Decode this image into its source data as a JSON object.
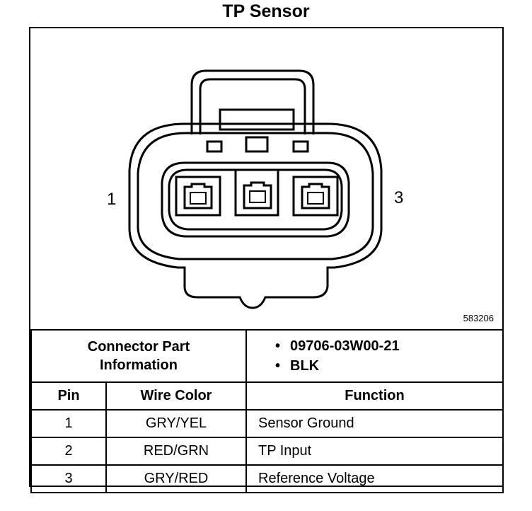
{
  "title": "TP Sensor",
  "connector": {
    "pin_left_label": "1",
    "pin_right_label": "3",
    "drawing_number": "583206"
  },
  "part_info": {
    "label_line1": "Connector Part",
    "label_line2": "Information",
    "items": [
      "09706-03W00-21",
      "BLK"
    ]
  },
  "table": {
    "headers": [
      "Pin",
      "Wire Color",
      "Function"
    ],
    "rows": [
      {
        "pin": "1",
        "color": "GRY/YEL",
        "function": "Sensor Ground"
      },
      {
        "pin": "2",
        "color": "RED/GRN",
        "function": "TP Input"
      },
      {
        "pin": "3",
        "color": "GRY/RED",
        "function": "Reference Voltage"
      }
    ]
  }
}
